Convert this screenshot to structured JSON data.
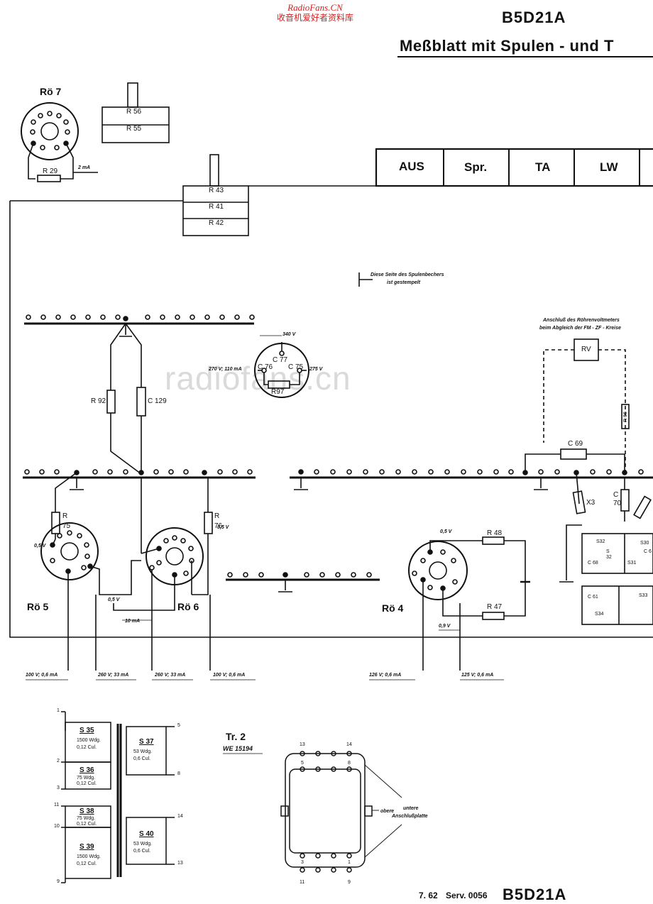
{
  "header": {
    "watermark_site": "RadioFans.CN",
    "watermark_cn": "收音机爱好者资料库",
    "model": "B5D21A",
    "title": "Meßblatt mit Spulen - und T"
  },
  "switch_positions": [
    "AUS",
    "Spr.",
    "TA",
    "LW"
  ],
  "tubes": {
    "ro7": "Rö 7",
    "ro5": "Rö 5",
    "ro6": "Rö 6",
    "ro4": "Rö 4"
  },
  "resistors": {
    "r29": "R 29",
    "r56": "R 56",
    "r55": "R 55",
    "r43": "R 43",
    "r41": "R 41",
    "r42": "R 42",
    "r92": "R 92",
    "r75a": "R",
    "r75b": "75",
    "r76a": "R",
    "r76b": "76",
    "r48": "R 48",
    "r47": "R 47",
    "r97": "R97",
    "r66": "R 66"
  },
  "capacitors": {
    "c129": "C 129",
    "c77": "C 77",
    "c76": "C 76",
    "c75": "C 75",
    "c69": "C 69",
    "c70a": "C",
    "c70b": "70",
    "c68": "C 68",
    "c61": "C 61",
    "c6x": "C 6"
  },
  "measurements": {
    "ma2": "2 mA",
    "v340": "340 V",
    "v270": "270 V; 110 mA",
    "v275": "275 V",
    "v05a": "0,5 V",
    "v05b": "0,5 V",
    "v05c": "0,5 V",
    "v05d": "0,5 V",
    "v09": "0,9 V",
    "ma10": "10 mA",
    "b1": "100 V; 0,6 mA",
    "b2": "260 V; 33 mA",
    "b3": "260 V; 33 mA",
    "b4": "100 V; 0,6 mA",
    "b5": "126 V; 0,6 mA",
    "b6": "125 V; 0,6 mA"
  },
  "notes": {
    "spulenbecher_1": "Diese Seite des Spulenbechers",
    "spulenbecher_2": "ist gestempelt",
    "anschluss_1": "Anschluß des Röhrenvoltmeters",
    "anschluss_2": "beim Abgleich der FM - ZF - Kreise",
    "rv": "RV",
    "x3": "X3",
    "obere": "obere",
    "untere_1": "untere",
    "untere_2": "Anschlußplatte"
  },
  "coils": {
    "s32": "S32",
    "s31": "S31",
    "s30": "S30",
    "s33": "S33",
    "s34": "S34",
    "s5": "S",
    "s5b": "32"
  },
  "transformer": {
    "name": "Tr. 2",
    "part": "WE 15194",
    "s35": "S 35",
    "s35_w": "1500 Wdg.",
    "s35_c": "0,12 Cul.",
    "s36": "S 36",
    "s36_w": "75 Wdg.",
    "s36_c": "0,12 Cul.",
    "s37": "S 37",
    "s37_w": "53 Wdg.",
    "s37_c": "0,6 Cul.",
    "s38": "S 38",
    "s38_w": "75 Wdg.",
    "s38_c": "0,12 Cul.",
    "s39": "S 39",
    "s39_w": "1500 Wdg.",
    "s39_c": "0,12 Cul.",
    "s40": "S 40",
    "s40_w": "53 Wdg.",
    "s40_c": "0,6 Cul.",
    "pins_left": [
      "1",
      "2",
      "3",
      "11",
      "10",
      "9"
    ],
    "pins_right": [
      "5",
      "8",
      "14",
      "13"
    ],
    "top_pins": [
      "13",
      "14",
      "5",
      "8"
    ],
    "bottom_pins": [
      "3",
      "1",
      "11",
      "9"
    ]
  },
  "footer": {
    "date": "7. 62",
    "serv": "Serv. 0056",
    "model": "B5D21A"
  }
}
